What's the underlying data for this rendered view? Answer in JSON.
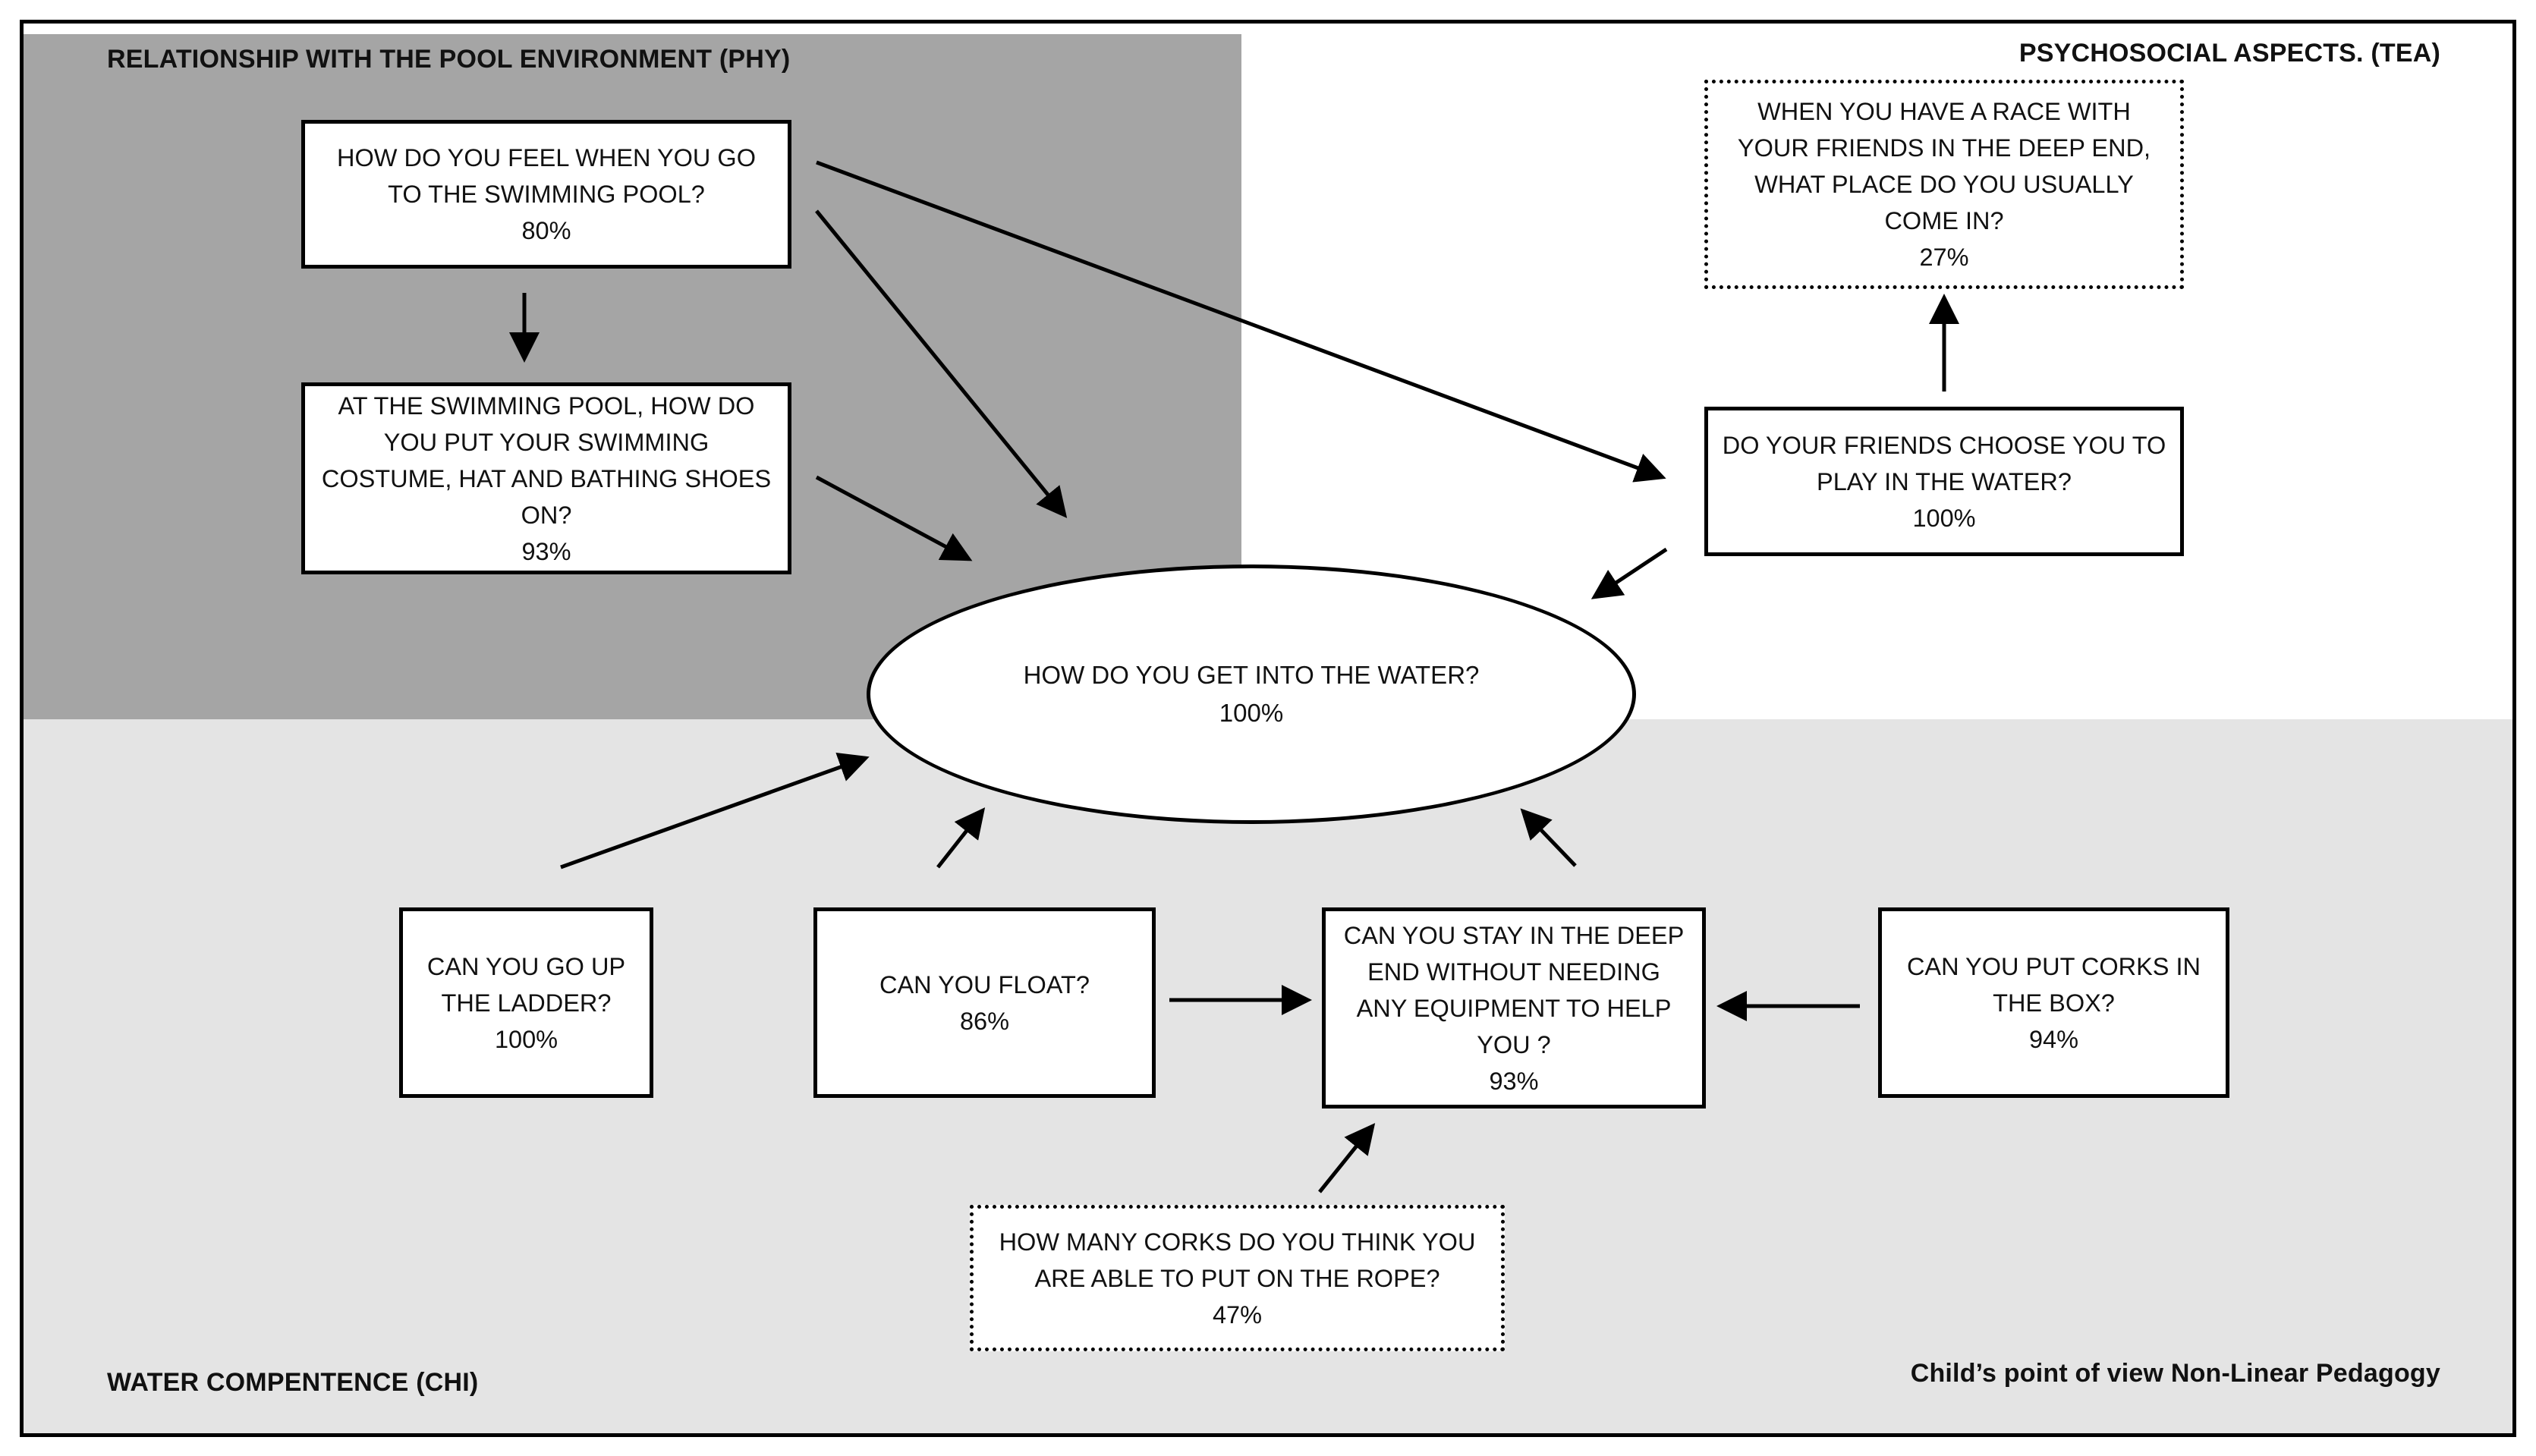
{
  "regions": {
    "phy": {
      "label": "RELATIONSHIP WITH THE POOL ENVIRONMENT (PHY)"
    },
    "tea": {
      "label": "PSYCHOSOCIAL ASPECTS. (TEA)"
    },
    "chi": {
      "label": "WATER COMPENTENCE (CHI)"
    }
  },
  "caption": "Child’s point of view Non-Linear Pedagogy",
  "center": {
    "question": "HOW DO YOU GET INTO THE WATER?",
    "percent": "100%"
  },
  "nodes": {
    "feel_pool": {
      "question": "HOW DO YOU FEEL WHEN YOU GO\nTO THE SWIMMING POOL?",
      "percent": "80%"
    },
    "costume": {
      "question": "AT THE SWIMMING POOL, HOW DO\nYOU PUT YOUR SWIMMING\nCOSTUME, HAT AND BATHING SHOES\nON?",
      "percent": "93%"
    },
    "race": {
      "question": "WHEN YOU HAVE A RACE WITH\nYOUR FRIENDS IN THE DEEP END,\nWHAT PLACE DO YOU USUALLY\nCOME IN?",
      "percent": "27%"
    },
    "friends": {
      "question": "DO YOUR FRIENDS CHOOSE YOU TO\nPLAY IN THE WATER?",
      "percent": "100%"
    },
    "ladder": {
      "question": "CAN YOU GO UP\nTHE LADDER?",
      "percent": "100%"
    },
    "float": {
      "question": "CAN YOU FLOAT?",
      "percent": "86%"
    },
    "deep_end": {
      "question": "CAN YOU STAY IN THE DEEP\nEND WITHOUT NEEDING\nANY EQUIPMENT TO HELP\nYOU ?",
      "percent": "93%"
    },
    "corks_box": {
      "question": "CAN YOU PUT CORKS IN\nTHE BOX?",
      "percent": "94%"
    },
    "corks_rope": {
      "question": "HOW MANY CORKS DO YOU THINK YOU\nARE ABLE TO PUT ON THE ROPE?",
      "percent": "47%"
    }
  },
  "colors": {
    "phy_region": "#a5a5a5",
    "chi_region": "#e4e4e4",
    "tea_region": "#ffffff",
    "stroke": "#000000"
  }
}
